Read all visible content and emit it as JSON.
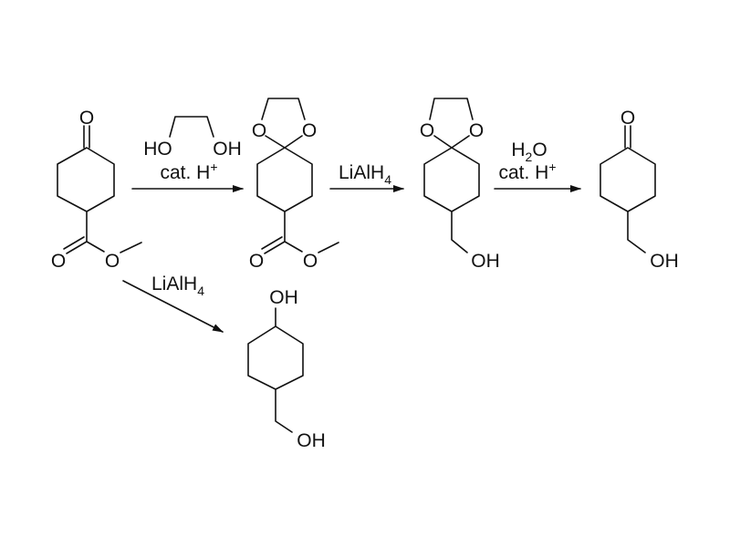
{
  "atoms": {
    "oxygen": "O",
    "hydroxyl": "OH",
    "hydroxyl_left": "HO"
  },
  "reagents": {
    "step1_acid": {
      "main": "cat. H",
      "sup": "+"
    },
    "step2_reductant": {
      "main": "LiAlH",
      "sub": "4"
    },
    "step3_water": {
      "a": "H",
      "sub": "2",
      "b": "O"
    },
    "step3_acid": {
      "main": "cat. H",
      "sup": "+"
    },
    "direct_reductant": {
      "main": "LiAlH",
      "sub": "4"
    }
  },
  "colors": {
    "ink": "#111111",
    "background": "#ffffff"
  }
}
